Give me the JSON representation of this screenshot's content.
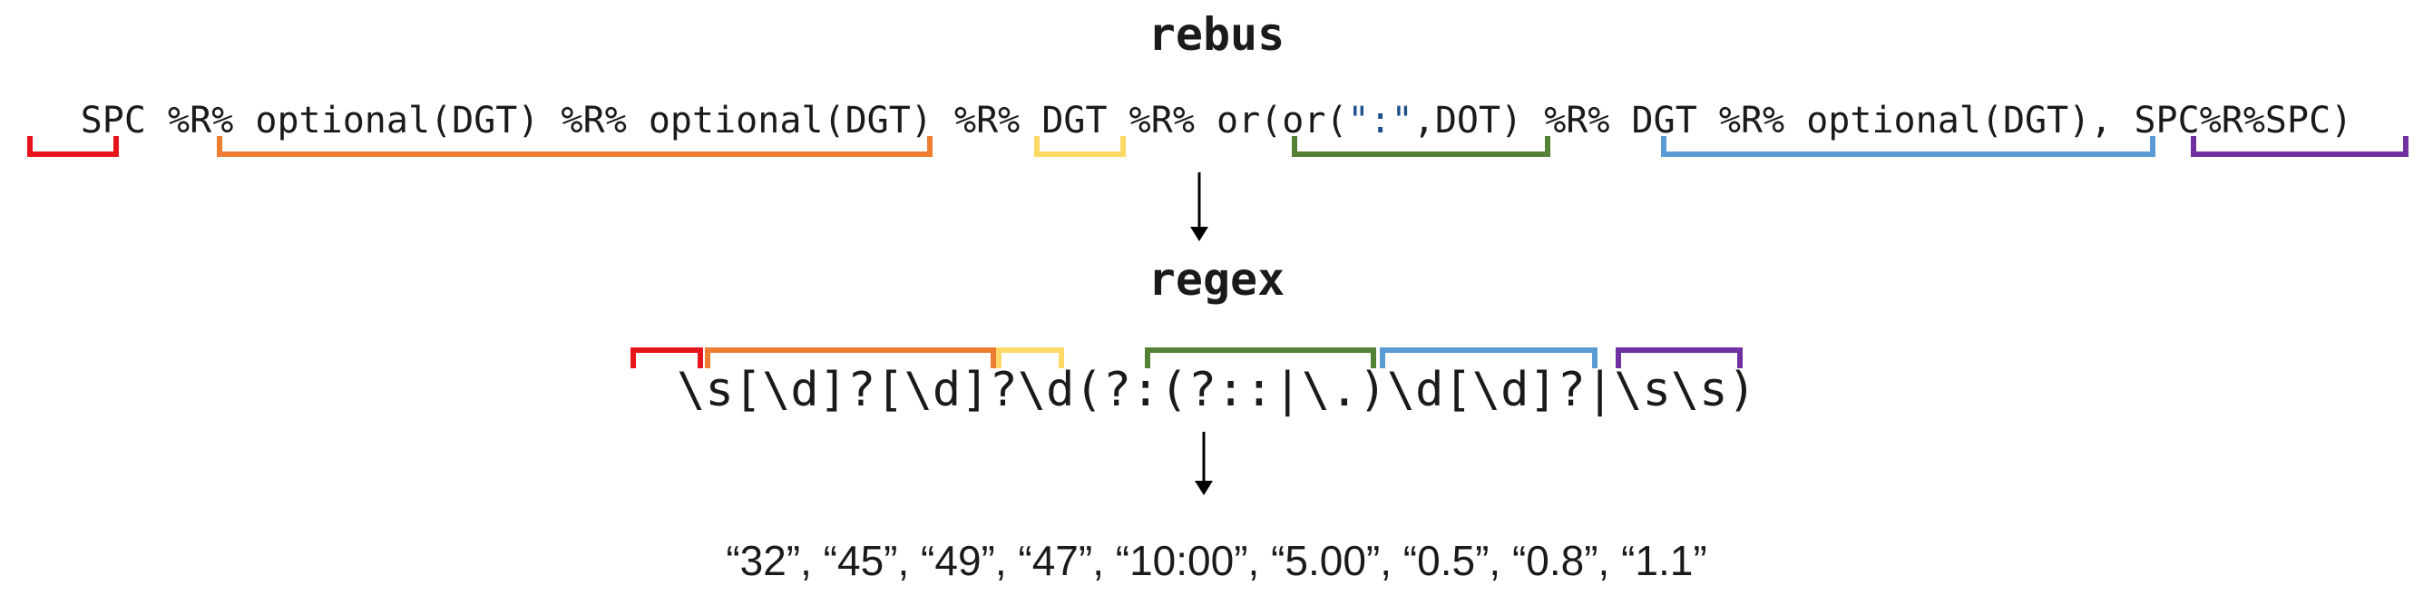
{
  "rebus": {
    "title": "rebus",
    "expression": {
      "pre": "SPC %R% optional(DGT) %R% optional(DGT) %R% DGT %R% or(or(",
      "string": "\":\"",
      "post": ",DOT) %R% DGT %R% optional(DGT), SPC%R%SPC)"
    }
  },
  "regex": {
    "title": "regex",
    "expression": "\\s[\\d]?[\\d]?\\d(?:(?::|\\.)\\d[\\d]?|\\s\\s)"
  },
  "examples": {
    "text": "“32”, “45”, “49”, “47”, “10:00”, “5.00”, “0.5”, “0.8”, “1.1”"
  },
  "colors": {
    "red": "#e8141b",
    "orange": "#ed7d31",
    "yellow": "#ffd966",
    "green": "#548235",
    "blue": "#5b9bd5",
    "purple": "#7030a0",
    "arrow": "#000000",
    "text": "#1a1a1a",
    "string": "#1f4e8c"
  },
  "bracket_groups": [
    "red",
    "orange",
    "yellow",
    "green",
    "blue",
    "purple"
  ]
}
